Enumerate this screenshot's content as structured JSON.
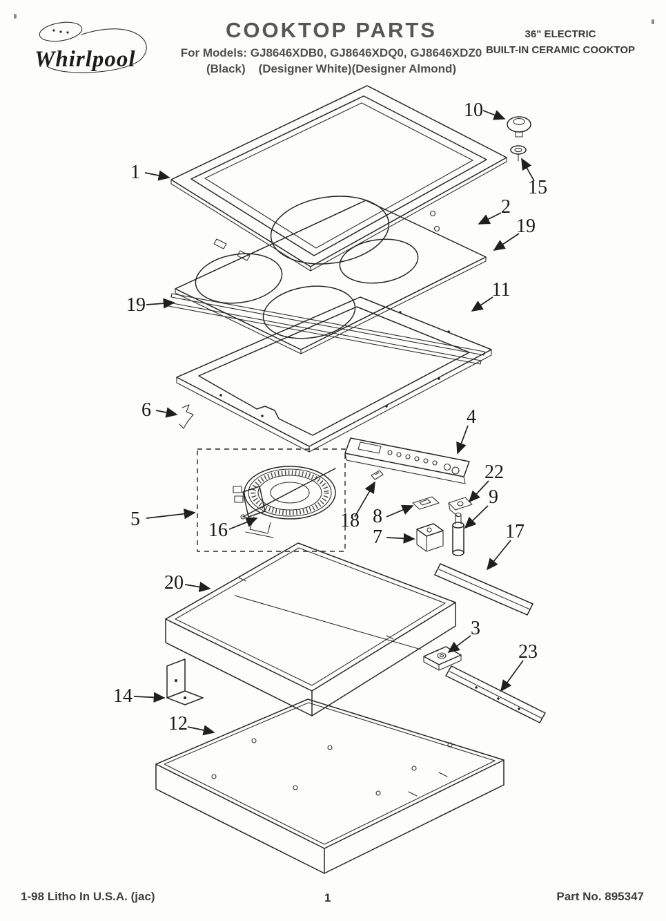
{
  "header": {
    "brand": "Whirlpool",
    "title": "COOKTOP PARTS",
    "models_line": "For Models: GJ8646XDB0, GJ8646XDQ0, GJ8646XDZ0",
    "colors_line": "(Black)    (Designer White)(Designer Almond)",
    "spec_line1": "36\" ELECTRIC",
    "spec_line2": "BUILT-IN CERAMIC COOKTOP"
  },
  "footer": {
    "litho": "1-98 Litho In U.S.A. (jac)",
    "page_number": "1",
    "part_number": "Part No. 895347"
  },
  "callouts": [
    "1",
    "10",
    "15",
    "2",
    "19",
    "11",
    "19",
    "6",
    "4",
    "22",
    "9",
    "5",
    "16",
    "18",
    "8",
    "7",
    "17",
    "20",
    "3",
    "23",
    "14",
    "12"
  ]
}
